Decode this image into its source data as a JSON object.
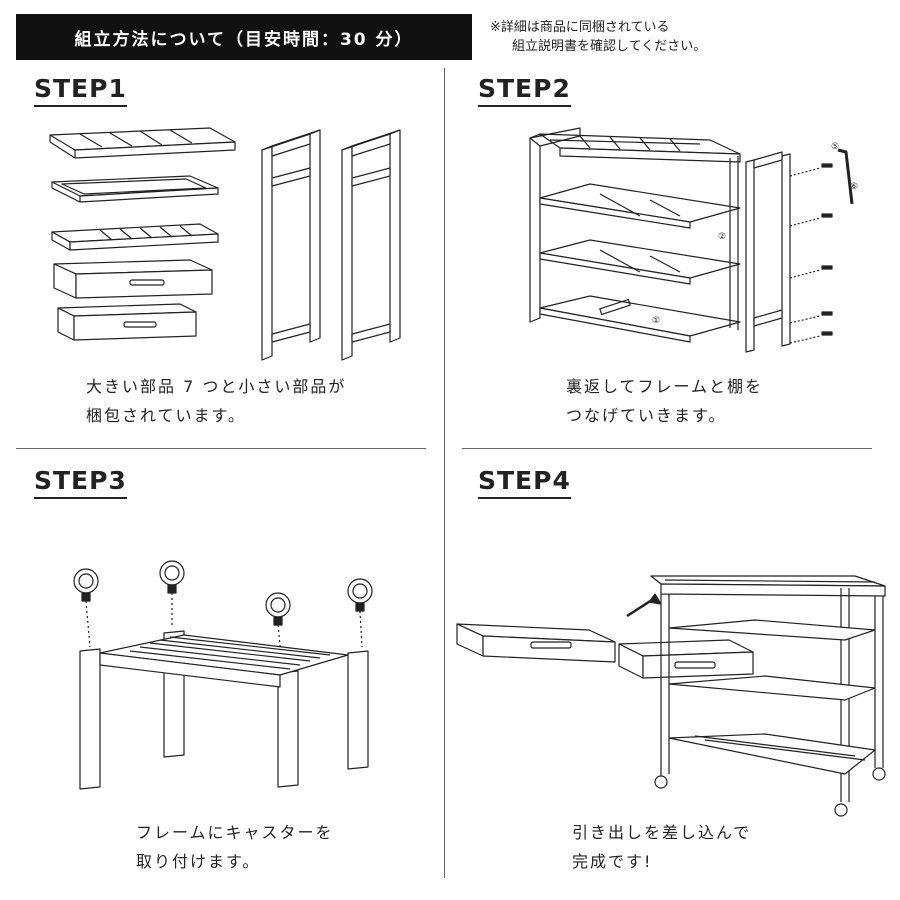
{
  "header": {
    "title": "組立方法について（目安時間：30 分）",
    "note_line1": "※詳細は商品に同梱されている",
    "note_line2": "組立説明書を確認してください。"
  },
  "steps": [
    {
      "label": "STEP1",
      "line1": "大きい部品 7 つと小さい部品が",
      "line2": "梱包されています。"
    },
    {
      "label": "STEP2",
      "line1": "裏返してフレームと棚を",
      "line2": "つなげていきます。",
      "callouts": [
        "⑤",
        "⑥",
        "②",
        "①"
      ]
    },
    {
      "label": "STEP3",
      "line1": "フレームにキャスターを",
      "line2": "取り付けます。"
    },
    {
      "label": "STEP4",
      "line1": "引き出しを差し込んで",
      "line2": "完成です!"
    }
  ],
  "colors": {
    "header_bg": "#111111",
    "header_text": "#ffffff",
    "line": "#222222"
  }
}
